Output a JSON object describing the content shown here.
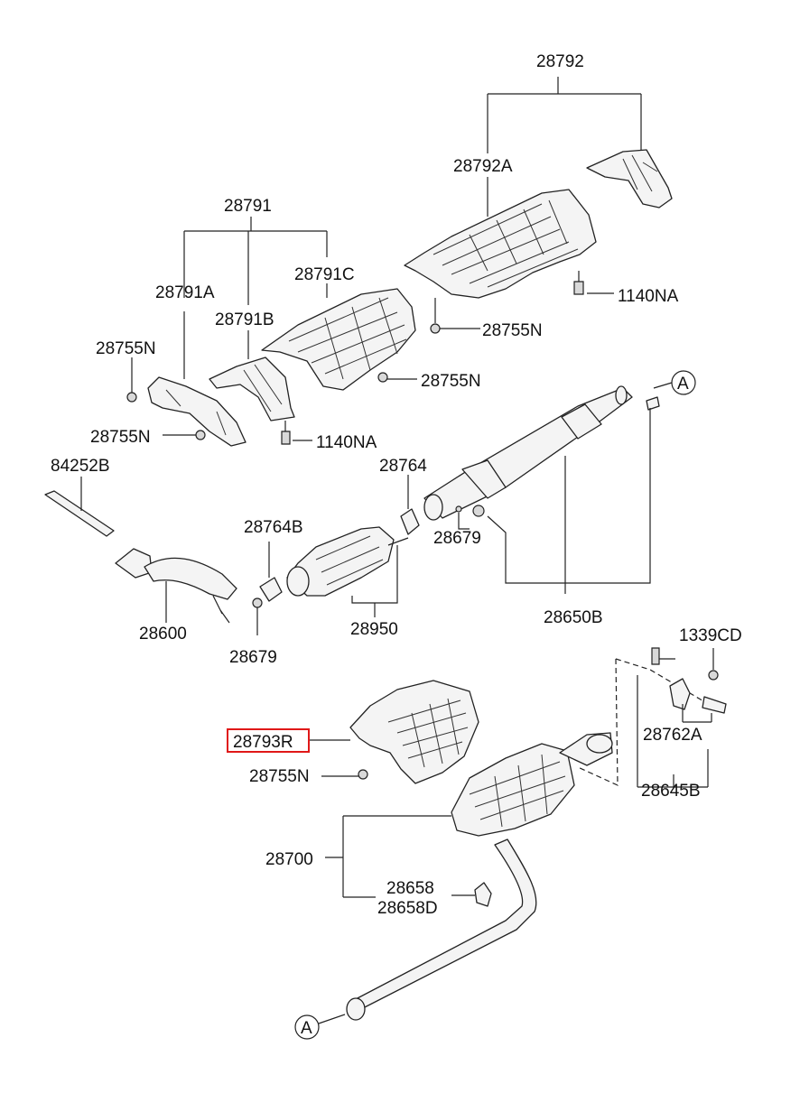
{
  "labels": {
    "p28792": "28792",
    "p28792A": "28792A",
    "p1140NA_top": "1140NA",
    "p28755N_upper_right": "28755N",
    "p28791": "28791",
    "p28791C": "28791C",
    "p28791A": "28791A",
    "p28791B": "28791B",
    "p28755N_left": "28755N",
    "p28755N_mid": "28755N",
    "p28755N_lower_left": "28755N",
    "p1140NA_mid": "1140NA",
    "p84252B": "84252B",
    "p28764": "28764",
    "p28764B": "28764B",
    "p28679_right": "28679",
    "p28600": "28600",
    "p28679_bottom": "28679",
    "p28950": "28950",
    "p28650B": "28650B",
    "p1339CD": "1339CD",
    "p28762A": "28762A",
    "p28645B": "28645B",
    "p28793R": "28793R",
    "p28755N_bottom": "28755N",
    "p28700": "28700",
    "p28658": "28658",
    "p28658D": "28658D",
    "markerA_top": "A",
    "markerA_bottom": "A"
  },
  "highlight": {
    "part_number": "28793R",
    "color": "#e01818"
  }
}
